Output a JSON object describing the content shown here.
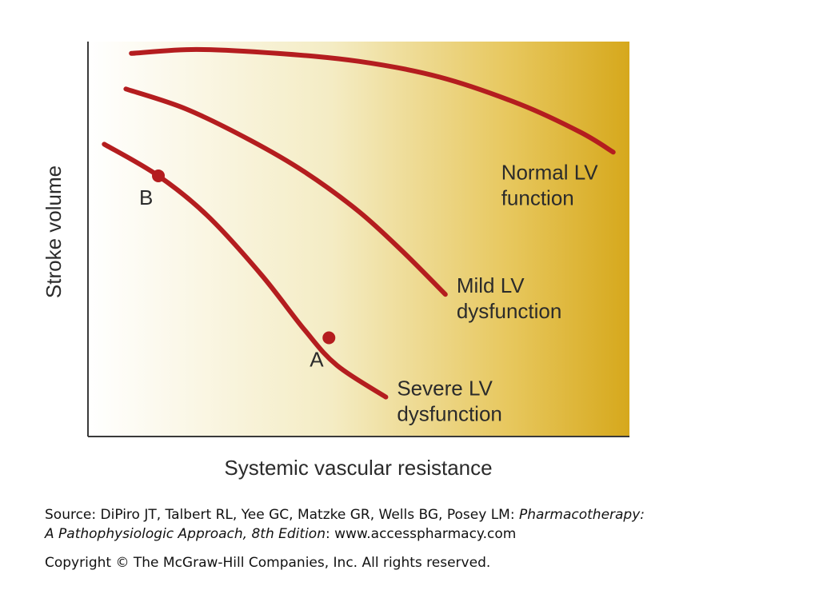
{
  "chart_data": {
    "type": "line",
    "title": "",
    "xlabel": "Systemic vascular resistance",
    "ylabel": "Stroke volume",
    "xlim": [
      0,
      100
    ],
    "ylim": [
      0,
      100
    ],
    "grid": false,
    "ticks": false,
    "background": "gradient white to gold",
    "series": [
      {
        "name": "Normal LV function",
        "label_lines": [
          "Normal LV",
          "function"
        ],
        "x": [
          8,
          20,
          35,
          50,
          65,
          80,
          91,
          97
        ],
        "y": [
          97,
          98,
          97,
          95,
          91,
          84,
          77,
          72
        ]
      },
      {
        "name": "Mild LV dysfunction",
        "label_lines": [
          "Mild LV",
          "dysfunction"
        ],
        "x": [
          7,
          18,
          30,
          40,
          50,
          58,
          66
        ],
        "y": [
          88,
          83,
          75,
          67,
          57,
          47,
          36
        ]
      },
      {
        "name": "Severe LV dysfunction",
        "label_lines": [
          "Severe LV",
          "dysfunction"
        ],
        "x": [
          3,
          13,
          22,
          32,
          40,
          46,
          55
        ],
        "y": [
          74,
          66,
          56,
          41,
          27,
          18,
          10
        ]
      }
    ],
    "points": [
      {
        "label": "A",
        "series": "Severe LV dysfunction",
        "x": 44.5,
        "y": 25
      },
      {
        "label": "B",
        "series": "Severe LV dysfunction",
        "x": 13,
        "y": 66
      }
    ]
  },
  "source": {
    "prefix": "Source: DiPiro JT, Talbert RL, Yee GC, Matzke GR, Wells BG, Posey LM: ",
    "book_line1": "Pharmacotherapy:",
    "book_line2": "A Pathophysiologic Approach, 8th Edition",
    "suffix": ": www.accesspharmacy.com"
  },
  "copyright": "Copyright © The McGraw-Hill Companies, Inc. All rights reserved.",
  "colors": {
    "curve": "#b41d1f",
    "gradient_start": "#ffffff",
    "gradient_mid": "#f3e8b5",
    "gradient_end": "#d9aa1f"
  }
}
